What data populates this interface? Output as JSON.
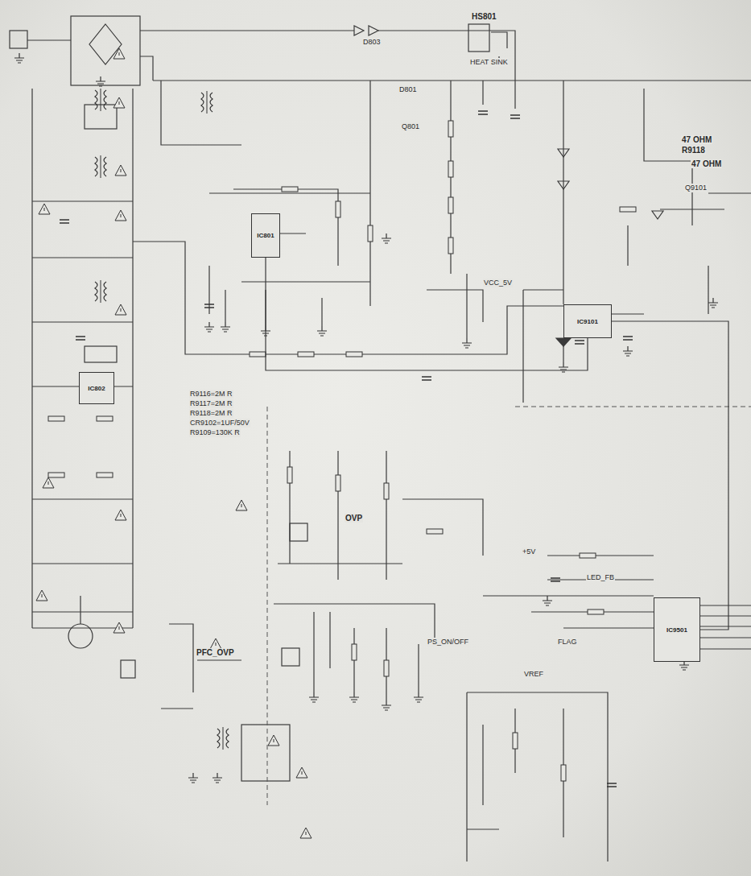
{
  "diagram": {
    "nodes": [
      {
        "text": [
          "IC801"
        ]
      },
      {
        "text": [
          "IC9101"
        ]
      },
      {
        "text": [
          "IC9501"
        ]
      },
      {
        "text": [
          "IC802"
        ]
      }
    ],
    "edges": [
      {
        "from": 0,
        "to": 1,
        "arrow": "none"
      },
      {
        "from": 1,
        "to": 2,
        "arrow": "none"
      }
    ],
    "labels": [
      "HS801",
      "HEAT SINK",
      "D803",
      "47 OHM",
      "R9118",
      "47 OHM",
      "Q9101",
      "R9116=2M R",
      "R9117=2M R",
      "R9118=2M R",
      "CR9102=1UF/50V",
      "R9109=130K R",
      "OVP",
      "PFC_OVP",
      "FLAG",
      "VREF",
      "LED_FB",
      "PS_ON/OFF",
      "+5V",
      "D801",
      "Q801",
      "VCC_5V"
    ]
  }
}
